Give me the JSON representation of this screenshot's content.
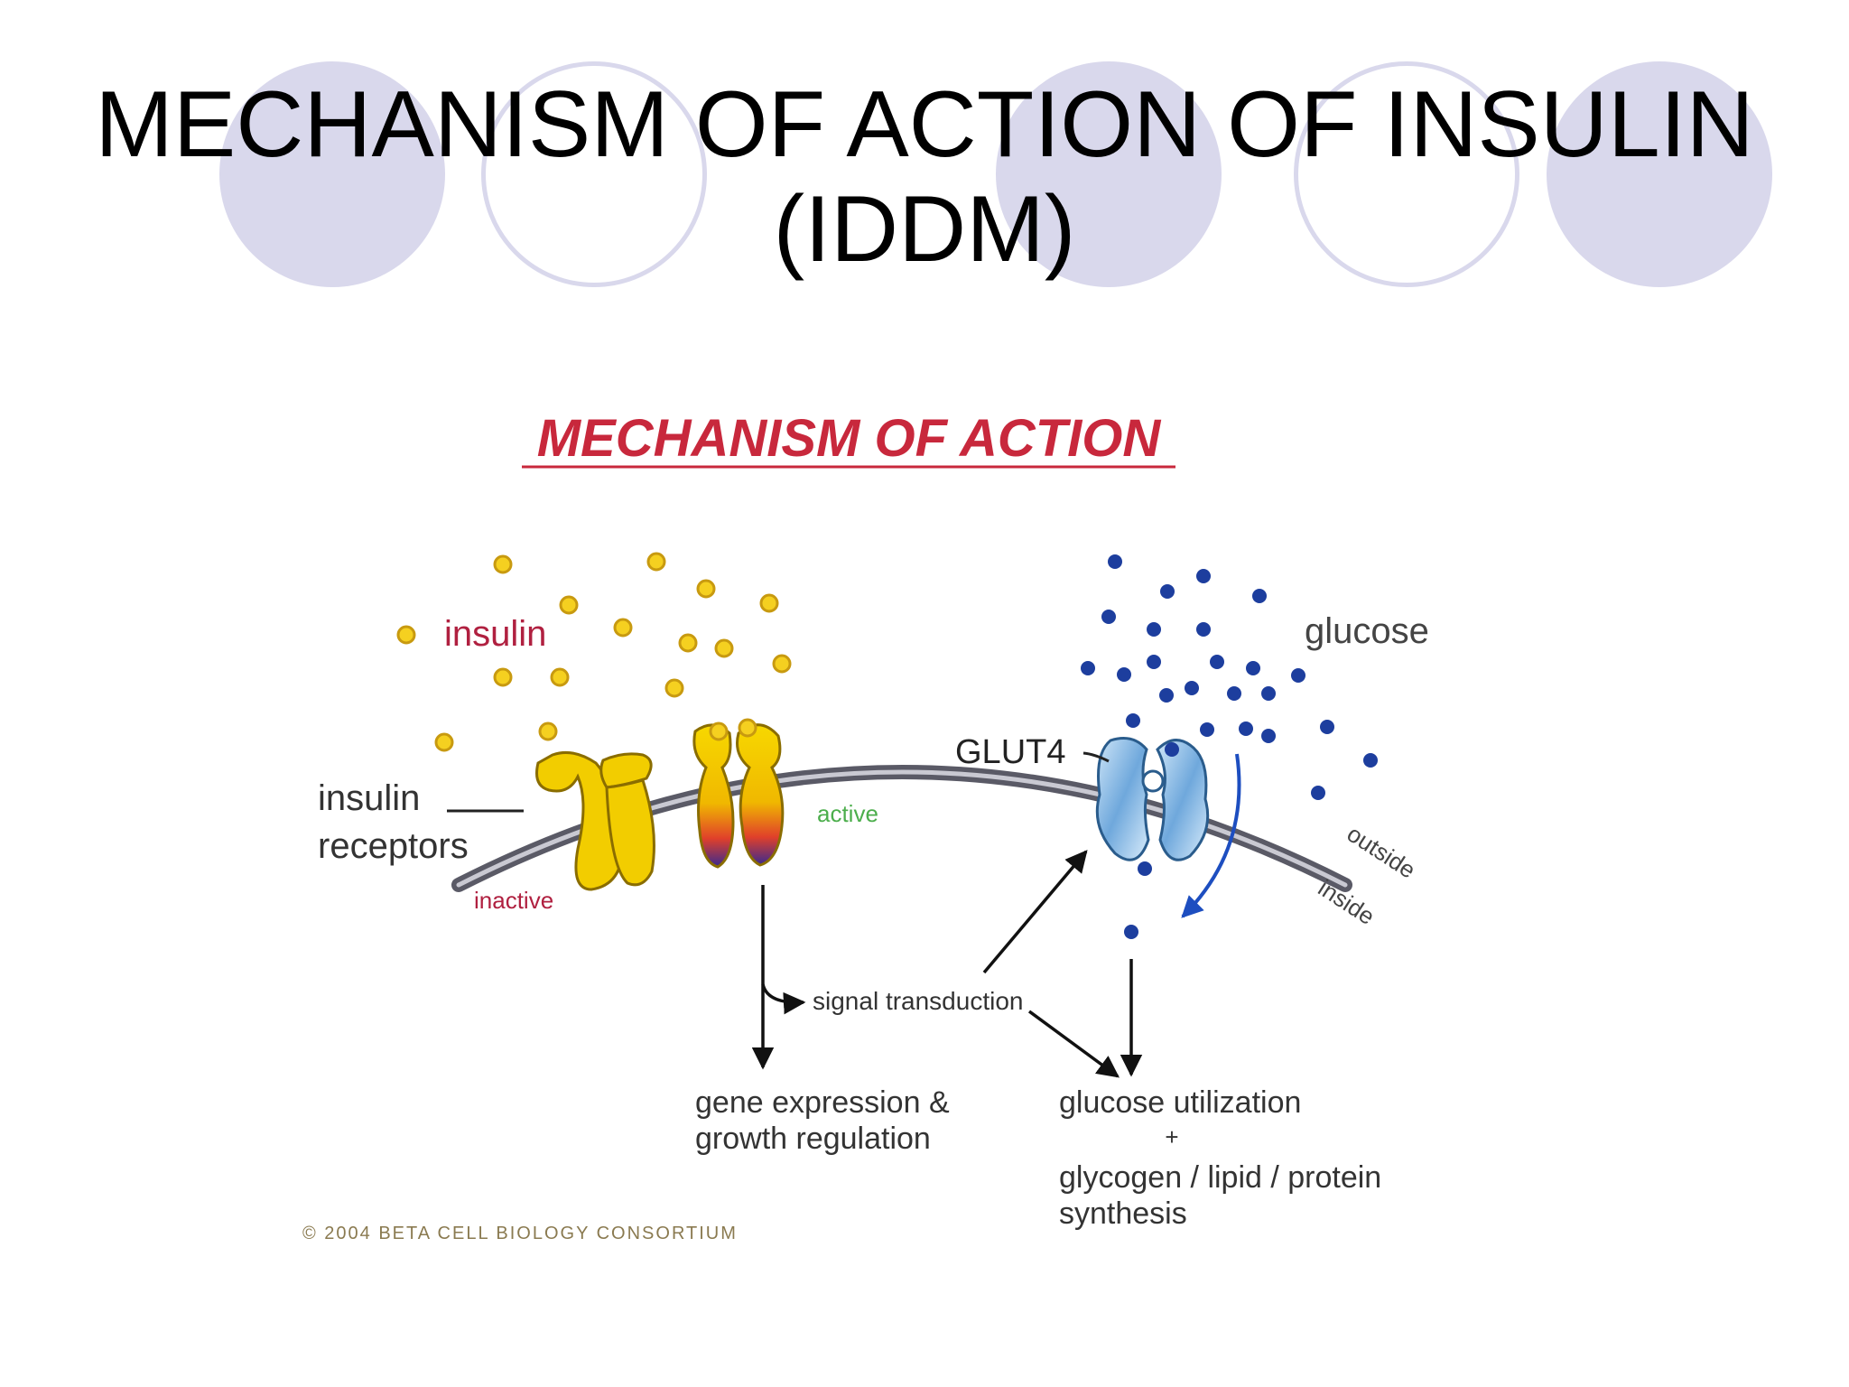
{
  "slide": {
    "title_line1": "MECHANISM OF ACTION OF INSULIN",
    "title_line2": "(IDDM)"
  },
  "diagram": {
    "heading": "MECHANISM OF ACTION",
    "labels": {
      "insulin": "insulin",
      "insulin_receptors_1": "insulin",
      "insulin_receptors_2": "receptors",
      "inactive": "inactive",
      "active": "active",
      "glut4": "GLUT4",
      "glucose": "glucose",
      "outside": "outside",
      "inside": "inside",
      "signal_transduction": "signal transduction",
      "gene_expression_1": "gene expression &",
      "gene_expression_2": "growth regulation",
      "glucose_utilization": "glucose utilization",
      "plus": "+",
      "synthesis_1": "glycogen / lipid / protein",
      "synthesis_2": "synthesis",
      "copyright": "© 2004 BETA CELL BIOLOGY CONSORTIUM"
    },
    "colors": {
      "heading": "#c8283c",
      "insulin_label": "#b02040",
      "insulin_dot": "#f5d020",
      "insulin_dot_stroke": "#c89a10",
      "glucose_dot": "#1d3e9e",
      "receptor": "#f0c800",
      "receptor_stroke": "#8a6d00",
      "membrane": "#5a5a66",
      "glut4": "#7fb4e0",
      "active_label": "#4cae4c",
      "inactive_label": "#b02040",
      "arrow": "#111111",
      "curved_arrow": "#1d4ec0",
      "decor_circle": "#d9d8ec"
    }
  }
}
